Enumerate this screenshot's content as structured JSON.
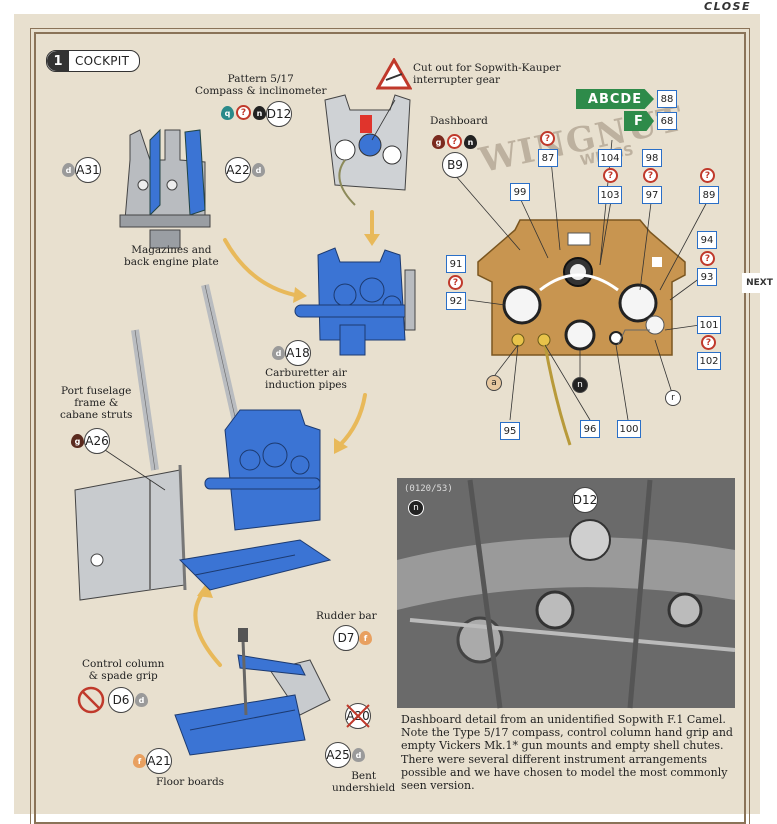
{
  "nav": {
    "close": "CLOSE",
    "next": "NEXT"
  },
  "step": {
    "number": "1",
    "title": "COCKPIT"
  },
  "watermark": {
    "line1": "WINGNUT",
    "line2": "WINGS"
  },
  "labels": {
    "compass": "Pattern 5/17\nCompass & inclinometer",
    "cutout": "Cut out for Sopwith-Kauper\ninterrupter gear",
    "dashboard": "Dashboard",
    "magazines": "Magazines and\nback engine plate",
    "carb": "Carburetter air\ninduction pipes",
    "port": "Port fuselage\nframe &\ncabane struts",
    "rudder": "Rudder bar",
    "control": "Control column\n& spade grip",
    "floor": "Floor boards",
    "bent": "Bent\nundershield"
  },
  "parts": {
    "a31": "A31",
    "a22": "A22",
    "d12": "D12",
    "b9": "B9",
    "a18": "A18",
    "a26": "A26",
    "d7": "D7",
    "d6": "D6",
    "a20": "A20",
    "a21": "A21",
    "a25": "A25",
    "photo_d12": "D12"
  },
  "callouts": {
    "a": "a",
    "n": "n",
    "r": "r",
    "photo_n": "n"
  },
  "decals": {
    "c87": "87",
    "c104": "104",
    "c98": "98",
    "c99": "99",
    "c103": "103",
    "c97": "97",
    "c89": "89",
    "c94": "94",
    "c93": "93",
    "c91": "91",
    "c92": "92",
    "c101": "101",
    "c102": "102",
    "c95": "95",
    "c96": "96",
    "c100": "100",
    "c88": "88",
    "c68": "68"
  },
  "paint_tags": {
    "q": "q",
    "n": "n",
    "g": "g",
    "d": "d",
    "f": "f",
    "question": "?"
  },
  "green_flags": {
    "abcde": "ABCDE",
    "f": "F"
  },
  "photo": {
    "ref": "(0120/53)",
    "caption": "Dashboard detail from an unidentified Sopwith F.1 Camel. Note the Type 5/17 compass, control column hand grip and empty Vickers Mk.1* gun mounts and empty shell chutes. There were several different instrument arrangements possible and we have chosen to model the most commonly seen version."
  },
  "colors": {
    "background": "#e8e0cf",
    "frame": "#8a7358",
    "parts_blue": "#3b74d4",
    "parts_grey": "#b9bcc0",
    "dashboard_wood": "#c89550",
    "arrow": "#e8b95a",
    "flag_green": "#2e8b4a",
    "decal_box": "#2a6fc7",
    "question": "#c0392b"
  }
}
